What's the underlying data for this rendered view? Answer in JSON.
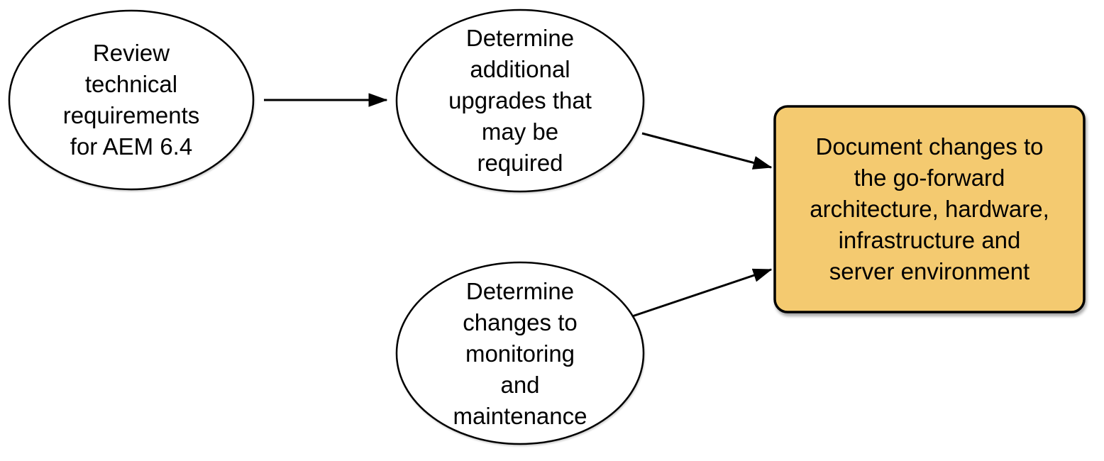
{
  "diagram": {
    "type": "flowchart",
    "colors": {
      "background": "#ffffff",
      "node_fill": "#ffffff",
      "highlight_fill": "#f4ca70",
      "stroke": "#000000",
      "text": "#000000"
    },
    "nodes": [
      {
        "id": "review-requirements",
        "shape": "ellipse",
        "fill": "#ffffff",
        "stroke": "#000000",
        "lines": [
          "Review",
          "technical",
          "requirements",
          "for AEM 6.4"
        ]
      },
      {
        "id": "determine-upgrades",
        "shape": "ellipse",
        "fill": "#ffffff",
        "stroke": "#000000",
        "lines": [
          "Determine",
          "additional",
          "upgrades that",
          "may be",
          "required"
        ]
      },
      {
        "id": "determine-monitoring",
        "shape": "ellipse",
        "fill": "#ffffff",
        "stroke": "#000000",
        "lines": [
          "Determine",
          "changes to",
          "monitoring",
          "and",
          "maintenance"
        ]
      },
      {
        "id": "document-changes",
        "shape": "rounded-rect",
        "fill": "#f4ca70",
        "stroke": "#000000",
        "lines": [
          "Document changes to",
          "the go-forward",
          "architecture, hardware,",
          "infrastructure and",
          "server environment"
        ]
      }
    ],
    "edges": [
      {
        "from": "review-requirements",
        "to": "determine-upgrades",
        "color": "#000000"
      },
      {
        "from": "determine-upgrades",
        "to": "document-changes",
        "color": "#000000"
      },
      {
        "from": "determine-monitoring",
        "to": "document-changes",
        "color": "#000000"
      }
    ]
  }
}
